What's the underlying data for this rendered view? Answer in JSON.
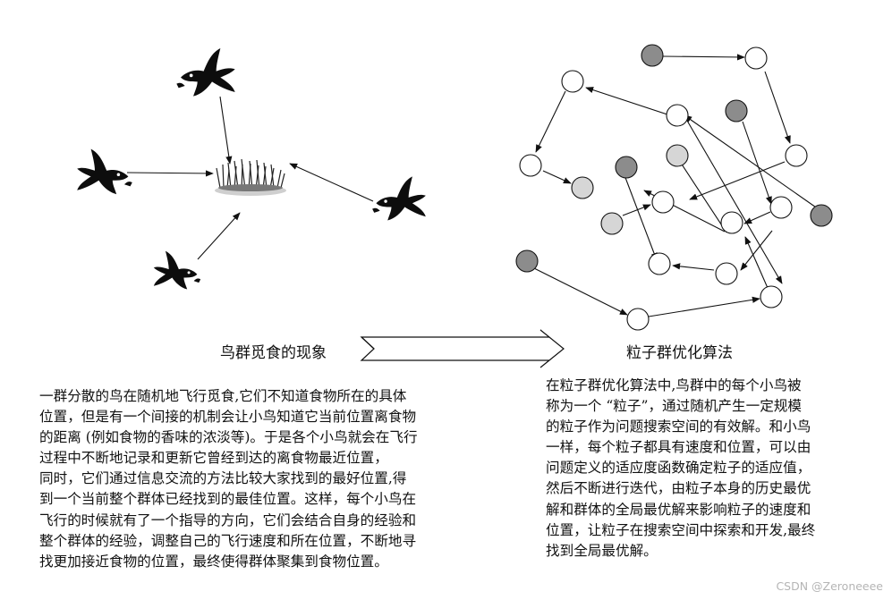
{
  "left_caption": "鸟群觅食的现象",
  "right_caption": "粒子群优化算法",
  "left_paragraph": [
    "一群分散的鸟在随机地飞行觅食,它们不知道食物所在的具体",
    "位置，但是有一个间接的机制会让小鸟知道它当前位置离食物",
    "的距离 (例如食物的香味的浓淡等)。于是各个小鸟就会在飞行",
    "过程中不断地记录和更新它曾经到达的离食物最近位置，",
    "同时，它们通过信息交流的方法比较大家找到的最好位置,得",
    "到一个当前整个群体已经找到的最佳位置。这样，每个小鸟在",
    "飞行的时候就有了一个指导的方向，它们会结合自身的经验和",
    "整个群体的经验，调整自己的飞行速度和所在位置，不断地寻",
    "找更加接近食物的位置，最终使得群体聚集到食物位置。"
  ],
  "right_paragraph": [
    "在粒子群优化算法中,鸟群中的每个小鸟被",
    "称为一个 “粒子”，通过随机产生一定规模",
    "的粒子作为问题搜索空间的有效解。和小鸟",
    "一样，每个粒子都具有速度和位置，可以由",
    "问题定义的适应度函数确定粒子的适应值，",
    "然后不断进行迭代，由粒子本身的历史最优",
    "解和群体的全局最优解来影响粒子的速度和",
    "位置，让粒子在搜索空间中探索和开发,最终",
    "找到全局最优解。"
  ],
  "watermark": "CSDN @Zeroneeee",
  "colors": {
    "particle_white": "#ffffff",
    "particle_light": "#d6d6d6",
    "particle_dark": "#8c8c8c",
    "ink": "#111111"
  },
  "icons": [
    "bird-icon",
    "food-grass-icon",
    "double-arrow-icon"
  ]
}
